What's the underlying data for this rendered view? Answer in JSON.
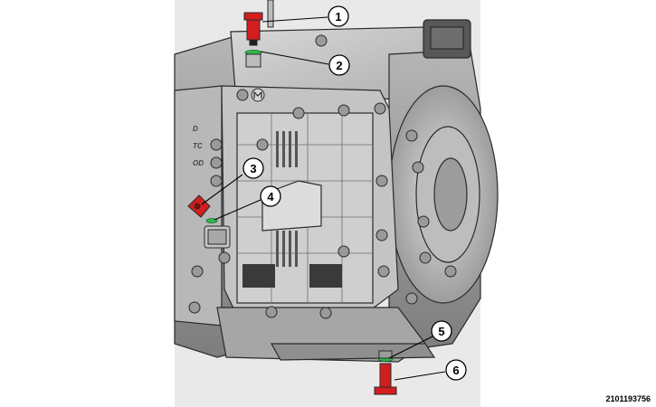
{
  "figure_id": "2101193756",
  "callouts": [
    "1",
    "2",
    "3",
    "4",
    "5",
    "6"
  ],
  "housing_text": [
    "D",
    "TC",
    "OD"
  ],
  "colors": {
    "plug_red": "#d21e1e",
    "seal_green": "#2fb84a",
    "housing": "#c9c9c9",
    "housing_dark": "#8e8e8e",
    "line": "#2a2a2a"
  }
}
